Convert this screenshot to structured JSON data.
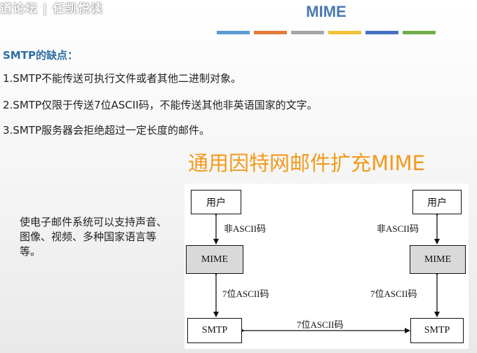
{
  "watermark": "道论坛 | 任凯悦读",
  "title": "MIME",
  "stripe_colors": [
    "#5b9bd5",
    "#e07b39",
    "#a5a5a5",
    "#f2c232",
    "#4472c4",
    "#70ad47"
  ],
  "section_heading": "SMTP的缺点：",
  "points": [
    "1.SMTP不能传送可执行文件或者其他二进制对象。",
    "2.SMTP仅限于传送7位ASCII码，不能传送其他非英语国家的文字。",
    "3.SMTP服务器会拒绝超过一定长度的邮件。"
  ],
  "subtitle": "通用因特网邮件扩充MIME",
  "note": "使电子邮件系统可以支持声音、图像、视频、多种国家语言等等。",
  "diagram": {
    "left_user": "用户",
    "right_user": "用户",
    "left_mime": "MIME",
    "right_mime": "MIME",
    "left_smtp": "SMTP",
    "right_smtp": "SMTP",
    "label_left_top": "非ASCII码",
    "label_right_top": "非ASCII码",
    "label_left_mid": "7位ASCII码",
    "label_right_mid": "7位ASCII码",
    "label_bottom": "7位ASCII码"
  }
}
